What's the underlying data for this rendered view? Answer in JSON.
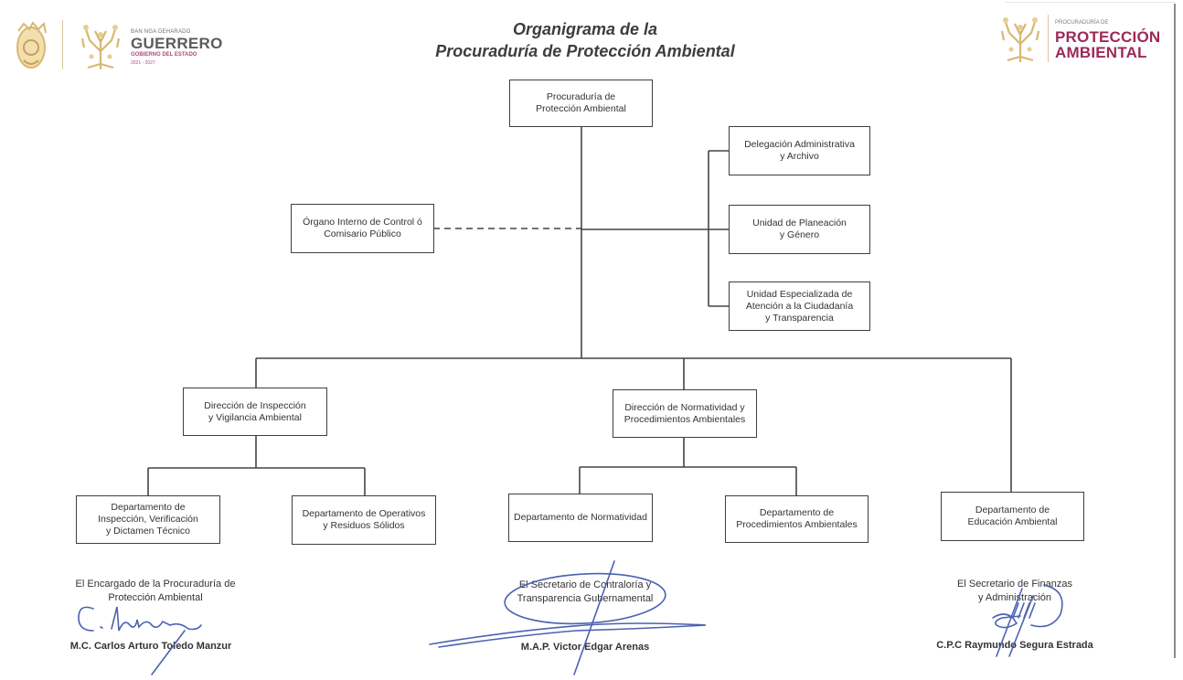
{
  "header": {
    "left_logo": {
      "seal_icon": "state-seal-icon",
      "tree_icon": "tree-emblem-icon",
      "tagline": "BAN NGA DEHARADO",
      "name": "GUERRERO",
      "subtitle": "GOBIERNO DEL ESTADO",
      "years": "2021 - 2027"
    },
    "right_logo": {
      "tree_icon": "tree-emblem-icon",
      "tagline": "PROCURADURÍA DE",
      "line1": "PROTECCIÓN",
      "line2": "AMBIENTAL"
    },
    "title_line1": "Organigrama de la",
    "title_line2": "Procuraduría de Protección Ambiental",
    "accent_color": "#9c2a56",
    "logo_gold": "#d9b774"
  },
  "org": {
    "root": "Procuraduría de\nProtección Ambiental",
    "oic": "Órgano Interno de Control ó\nComisario Público",
    "staff": [
      "Delegación Administrativa\ny Archivo",
      "Unidad de Planeación\ny Género",
      "Unidad Especializada de\nAtención a la Ciudadanía\ny Transparencia"
    ],
    "directions": [
      "Dirección de Inspección\ny Vigilancia Ambiental",
      "Dirección de Normatividad y\nProcedimientos Ambientales"
    ],
    "departments": [
      "Departamento de\nInspección, Verificación\ny Dictamen Técnico",
      "Departamento de Operativos\ny Residuos Sólidos",
      "Departamento de Normatividad",
      "Departamento de\nProcedimientos Ambientales",
      "Departamento de\nEducación Ambiental"
    ]
  },
  "signatures": [
    {
      "role": "El Encargado de la  Procuraduría de\nProtección Ambiental",
      "name": "M.C. Carlos Arturo Toledo Manzur"
    },
    {
      "role": "El Secretario de Contraloría y\nTransparencia Gubernamental",
      "name": "M.A.P. Victor Edgar Arenas"
    },
    {
      "role": "El Secretario de Finanzas\ny Administración",
      "name": "C.P.C Raymundo Segura Estrada"
    }
  ],
  "signature_ink_color": "#4a62b0"
}
